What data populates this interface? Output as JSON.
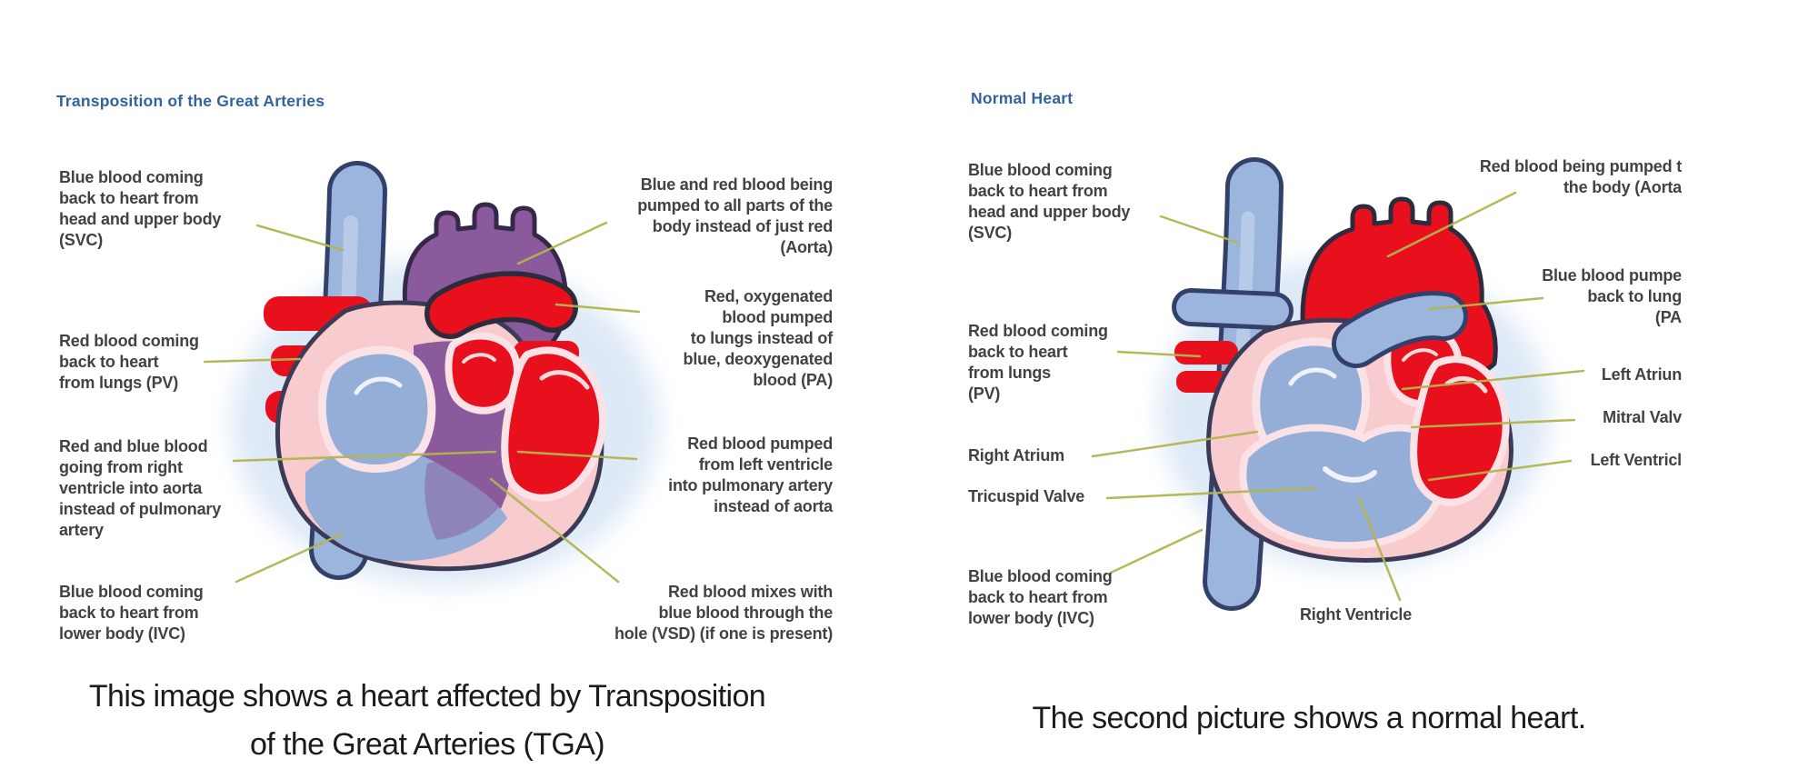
{
  "left_panel": {
    "title": "Transposition of the Great Arteries",
    "labels": {
      "svc": "Blue blood coming\nback to heart from\nhead and upper body\n(SVC)",
      "pv": "Red blood coming\nback to heart\nfrom lungs (PV)",
      "rv_to_aorta": "Red and blue blood\ngoing from right\nventricle into aorta\ninstead of pulmonary\nartery",
      "ivc": "Blue blood coming\nback to heart from\nlower body (IVC)",
      "aorta": "Blue and red blood being\npumped to all parts of the\nbody instead of just red\n(Aorta)",
      "pa": "Red, oxygenated\nblood pumped\nto lungs instead of\nblue, deoxygenated\nblood (PA)",
      "lv_to_pa": "Red blood pumped\nfrom left ventricle\ninto pulmonary artery\ninstead of aorta",
      "vsd": "Red blood mixes with\nblue blood through the\nhole (VSD) (if one is present)"
    },
    "caption": "This image shows a heart affected by Transposition\nof the Great Arteries (TGA)"
  },
  "right_panel": {
    "title": "Normal Heart",
    "labels": {
      "svc": "Blue blood coming\nback to heart from\nhead and upper body\n(SVC)",
      "pv": "Red blood coming\nback to heart\nfrom lungs\n(PV)",
      "right_atrium": "Right Atrium",
      "tricuspid_valve": "Tricuspid Valve",
      "ivc": "Blue blood coming\nback to heart from\nlower body (IVC)",
      "right_ventricle": "Right Ventricle",
      "aorta_clipped": "Red blood being pumped t\nthe body (Aorta",
      "pa_clipped": "Blue blood pumpe\nback to lung\n(PA",
      "left_atrium_clipped": "Left Atriun",
      "mitral_valve_clipped": "Mitral Valv",
      "left_ventricle_clipped": "Left Ventricl"
    },
    "caption": "The second picture shows a normal heart."
  },
  "colors": {
    "title_blue": "#33629f",
    "label_gray": "#424242",
    "leader_olive": "#b3b54f",
    "vessel_blue": "#9cb5dd",
    "vessel_outline": "#33406b",
    "blood_red": "#e8101d",
    "mixed_purple": "#8a5a9c",
    "heart_wall_pink": "#f8cbce",
    "chamber_ring_pink": "#fbe2e7"
  }
}
